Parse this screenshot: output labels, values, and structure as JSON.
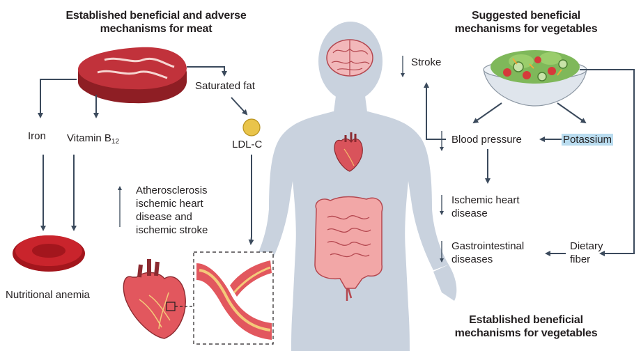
{
  "headings": {
    "meat": "Established beneficial and adverse\nmechanisms for meat",
    "veg_suggested": "Suggested beneficial\nmechanisms for vegetables",
    "veg_established": "Established beneficial\nmechanisms for vegetables"
  },
  "meat_labels": {
    "iron": "Iron",
    "vitamin_b": "Vitamin B",
    "vitamin_b_sub": "12",
    "saturated_fat": "Saturated fat",
    "ldl": "LDL-C",
    "athero": "Atherosclerosis\nischemic heart\ndisease and\nischemic stroke",
    "anemia": "Nutritional anemia"
  },
  "veg_labels": {
    "stroke": "Stroke",
    "blood_pressure": "Blood pressure",
    "potassium": "Potassium",
    "ihd": "Ischemic heart\ndisease",
    "gi": "Gastrointestinal\ndiseases",
    "fiber": "Dietary\nfiber"
  },
  "colors": {
    "arrow": "#3b4a5c",
    "body": "#c9d2de",
    "meat": "#c1272d",
    "highlight": "#b9dcef"
  }
}
